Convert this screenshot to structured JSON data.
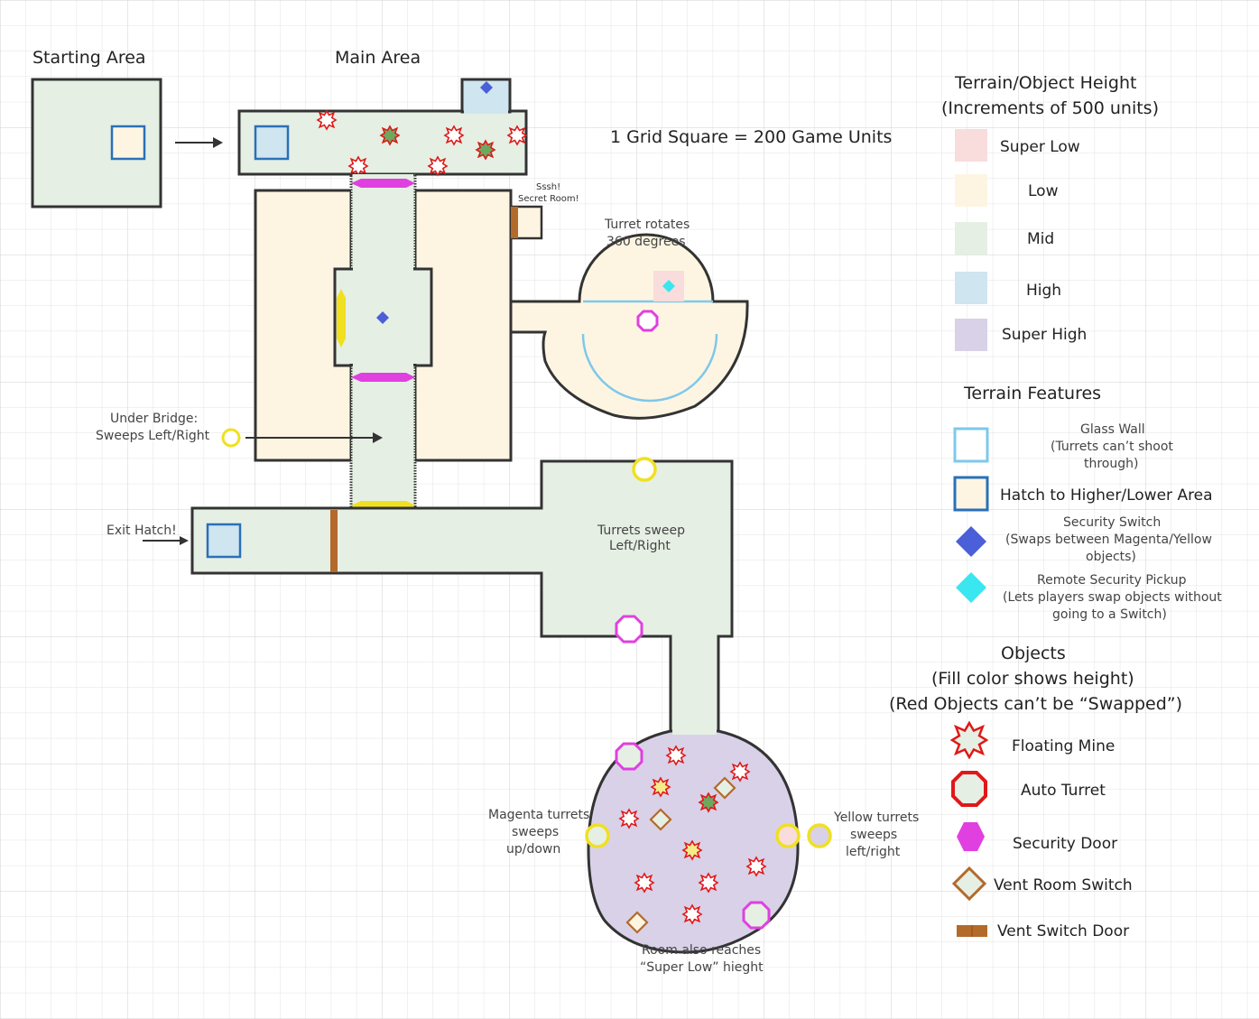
{
  "titles": {
    "starting_area": "Starting Area",
    "main_area": "Main Area",
    "scale_note": "1 Grid Square = 200 Game Units"
  },
  "annotations": {
    "secret_room_1": "Sssh!",
    "secret_room_2": "Secret Room!",
    "turret_rotates_1": "Turret rotates",
    "turret_rotates_2": "360 degrees",
    "under_bridge_1": "Under Bridge:",
    "under_bridge_2": "Sweeps Left/Right",
    "exit_hatch": "Exit Hatch!",
    "turrets_sweep_1": "Turrets sweep",
    "turrets_sweep_2": "Left/Right",
    "magenta_turrets_1": "Magenta turrets",
    "magenta_turrets_2": "sweeps",
    "magenta_turrets_3": "up/down",
    "yellow_turrets_1": "Yellow turrets",
    "yellow_turrets_2": "sweeps",
    "yellow_turrets_3": "left/right",
    "room_reaches_1": "Room also reaches",
    "room_reaches_2": "“Super Low” hieght"
  },
  "legend": {
    "height_title_1": "Terrain/Object Height",
    "height_title_2": "(Increments of 500 units)",
    "heights": [
      {
        "label": "Super Low",
        "color": "#f9dcdc"
      },
      {
        "label": "Low",
        "color": "#fdf5e2"
      },
      {
        "label": "Mid",
        "color": "#e6efe4"
      },
      {
        "label": "High",
        "color": "#cfe5ef"
      },
      {
        "label": "Super High",
        "color": "#d9d1e8"
      }
    ],
    "features_title": "Terrain Features",
    "glass_wall_1": "Glass Wall",
    "glass_wall_2": "(Turrets can’t shoot",
    "glass_wall_3": "through)",
    "hatch": "Hatch to Higher/Lower Area",
    "security_switch_1": "Security Switch",
    "security_switch_2": "(Swaps between Magenta/Yellow",
    "security_switch_3": "objects)",
    "remote_pickup_1": "Remote Security Pickup",
    "remote_pickup_2": "(Lets players swap objects without",
    "remote_pickup_3": "going to a Switch)",
    "objects_title_1": "Objects",
    "objects_title_2": "(Fill color shows height)",
    "objects_title_3": "(Red Objects can’t be “Swapped”)",
    "floating_mine": "Floating Mine",
    "auto_turret": "Auto Turret",
    "security_door": "Security Door",
    "vent_room_switch": "Vent Room Switch",
    "vent_switch_door": "Vent Switch Door"
  },
  "colors": {
    "super_low": "#f9dcdc",
    "low": "#fdf5e2",
    "mid": "#e6efe4",
    "high": "#cfe5ef",
    "super_high": "#d9d1e8",
    "magenta": "#e040e0",
    "yellow": "#f0e020",
    "mine_red": "#e01818",
    "turret_red": "#e01818",
    "switch_blue": "#4a5fd8",
    "pickup_cyan": "#3ae6f0",
    "vent_brown": "#b36a2a",
    "glass_blue": "#7ec8ec",
    "hatch_blue": "#2a70b8"
  }
}
